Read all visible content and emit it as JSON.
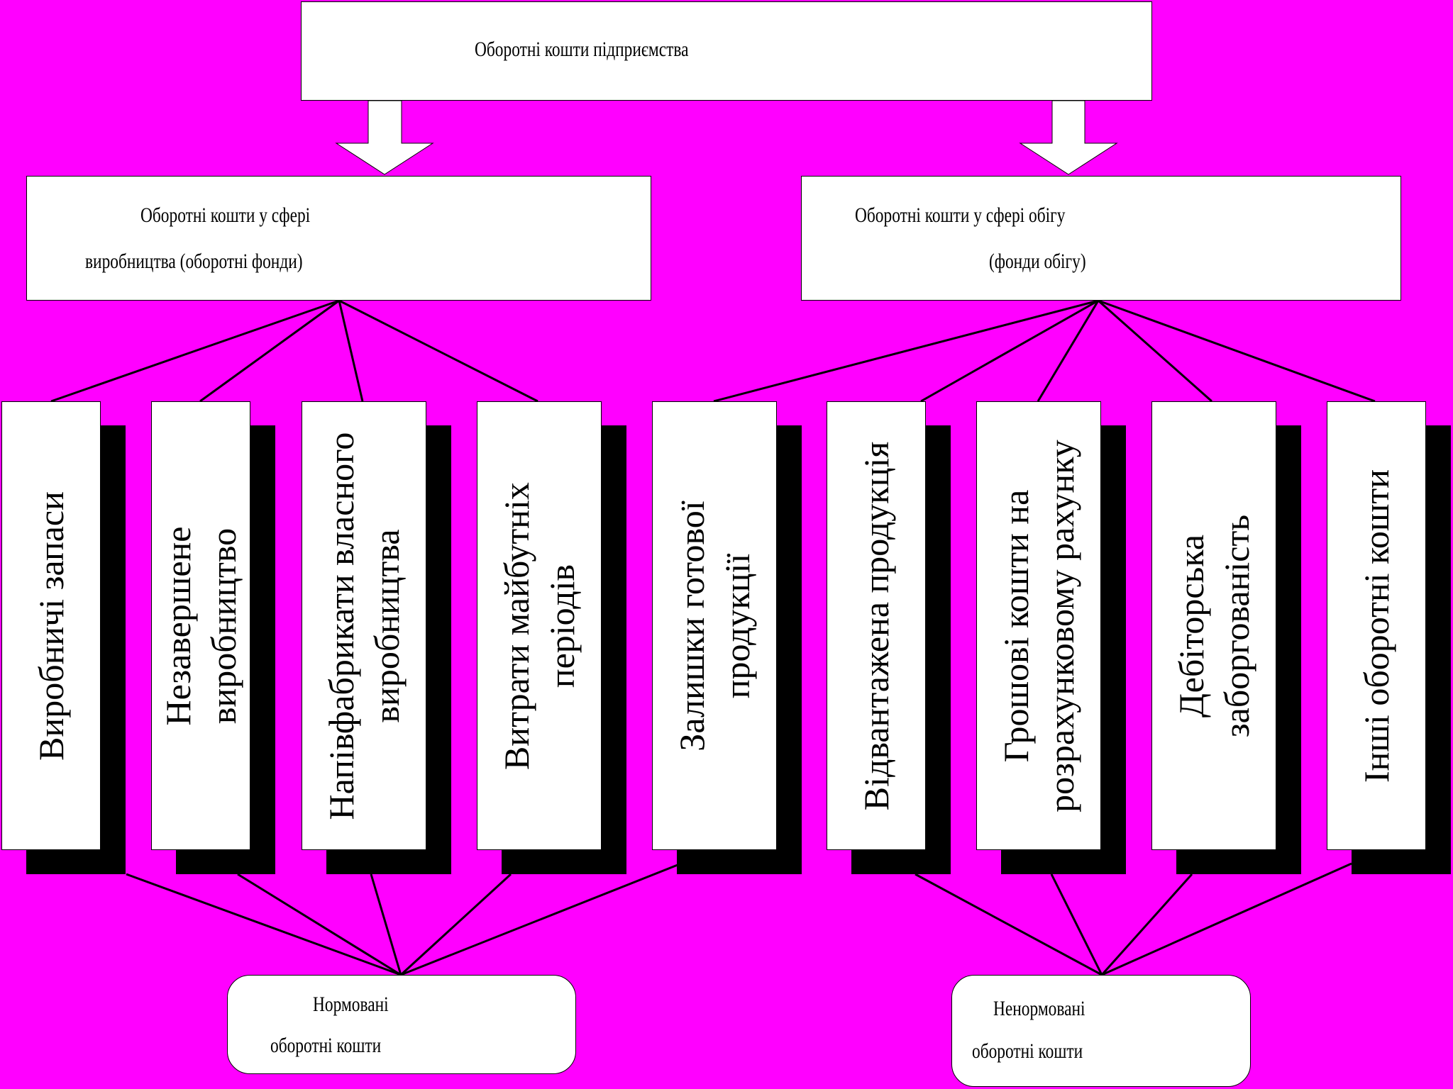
{
  "diagram": {
    "title": "Оборотні кошти підприємства",
    "production_sphere": {
      "line1": "Оборотні кошти у сфері",
      "line2": "виробництва (оборотні фонди)"
    },
    "circulation_sphere": {
      "line1": "Оборотні кошти у сфері обігу",
      "line2": "(фонди обігу)"
    },
    "categories": [
      {
        "line1": "Виробничі запаси",
        "line2": ""
      },
      {
        "line1": "Незавершене",
        "line2": "виробництво"
      },
      {
        "line1": "Напівфабрикати власного",
        "line2": "виробництва"
      },
      {
        "line1": "Витрати майбутніх",
        "line2": "періодів"
      },
      {
        "line1": "Залишки готової",
        "line2": "продукції"
      },
      {
        "line1": "Відвантажена продукція",
        "line2": ""
      },
      {
        "line1": "Грошові кошти на",
        "line2": "розрахунковому рахунку"
      },
      {
        "line1": "Дебіторська",
        "line2": "заборгованість"
      },
      {
        "line1": "Інші оборотні кошти",
        "line2": ""
      }
    ],
    "normed": {
      "line1": "Нормовані",
      "line2": "оборотні кошти"
    },
    "non_normed": {
      "line1": "Ненормовані",
      "line2": "оборотні кошти"
    },
    "colors": {
      "background": "#FF00FF",
      "box": "#FFFFFF",
      "shadow": "#000000",
      "line": "#000000"
    }
  }
}
